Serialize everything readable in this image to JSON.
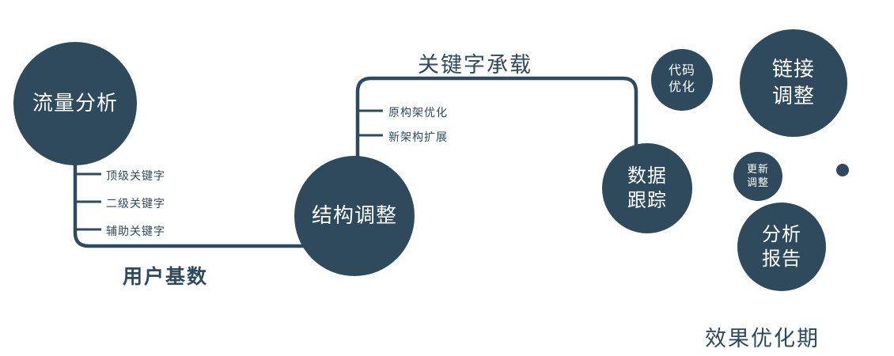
{
  "diagram": {
    "nodes": {
      "traffic": {
        "label": "流量分析"
      },
      "structure": {
        "label": "结构调整"
      },
      "tracking": {
        "line1": "数据",
        "line2": "跟踪"
      },
      "code": {
        "line1": "代码",
        "line2": "优化"
      },
      "link": {
        "line1": "链接",
        "line2": "调整"
      },
      "update": {
        "line1": "更新",
        "line2": "调整"
      },
      "report": {
        "line1": "分析",
        "line2": "报告"
      }
    },
    "edges": {
      "user_base_label": "用户基数",
      "keyword_carry_label": "关键字承载"
    },
    "branches": {
      "left": [
        "顶级关键字",
        "二级关键字",
        "辅助关键字"
      ],
      "right": [
        "原构架优化",
        "新架构扩展"
      ]
    },
    "caption": "效果优化期",
    "colors": {
      "primary": "#2e4a5c",
      "node_text": "#ffffff"
    }
  }
}
